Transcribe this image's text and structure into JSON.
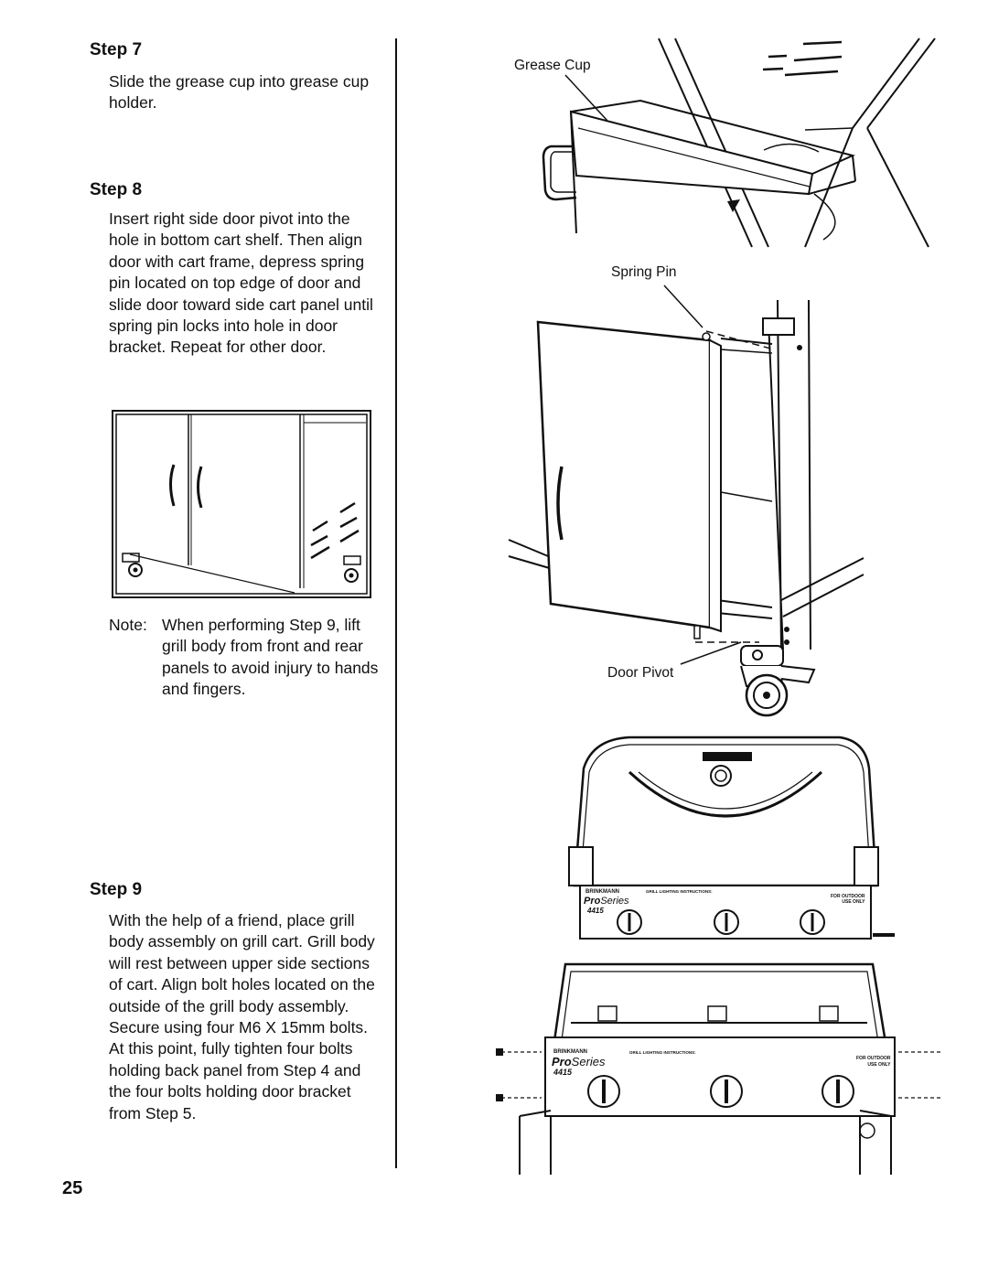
{
  "step7": {
    "title": "Step 7",
    "text": "Slide the grease cup into grease cup holder."
  },
  "step8": {
    "title": "Step 8",
    "text": "Insert right side door pivot into the hole in bottom cart shelf. Then align door with cart frame, depress spring pin located on top edge of door and slide door toward side cart panel until spring pin locks into hole in door bracket. Repeat for other door."
  },
  "note": {
    "label": "Note:",
    "text": "When performing Step 9, lift grill body from front and rear panels to avoid injury to hands and fingers."
  },
  "step9": {
    "title": "Step 9",
    "text": "With the help of a friend, place grill body assembly on grill cart. Grill body will rest between upper side sections of cart. Align bolt holes located on the outside of the grill body assembly. Secure using four M6 X 15mm bolts. At this point, fully tighten four bolts holding back panel from Step 4 and the four bolts holding door bracket from Step 5."
  },
  "labels": {
    "grease_cup": "Grease Cup",
    "spring_pin": "Spring Pin",
    "door_pivot": "Door Pivot"
  },
  "grill_panel": {
    "brand": "BRINKMANN",
    "series_pro": "Pro",
    "series_rest": "Series",
    "model": "4415",
    "outdoor_1": "FOR OUTDOOR",
    "outdoor_2": "USE ONLY",
    "lighting": "GRILL LIGHTING INSTRUCTIONS:"
  },
  "page_number": "25"
}
